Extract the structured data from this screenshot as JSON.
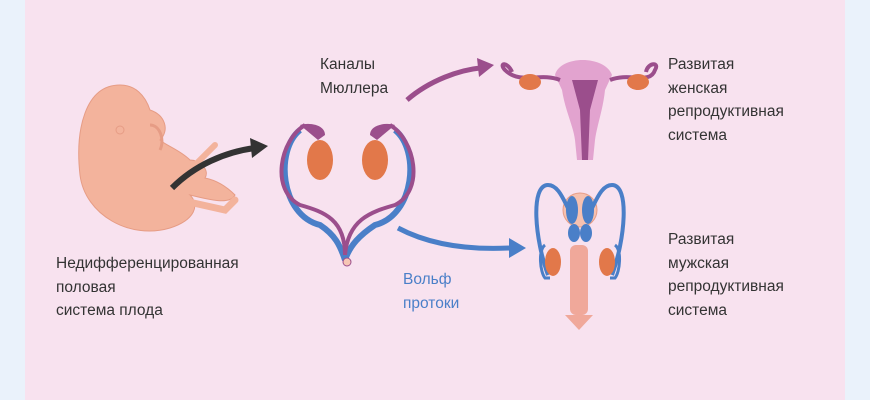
{
  "labels": {
    "fetus": [
      "Недифференцированная",
      "половая",
      "система плода"
    ],
    "mullerian": [
      "Каналы",
      "Мюллера"
    ],
    "wolffian": [
      "Вольф",
      "протоки"
    ],
    "female": [
      "Развитая",
      "женская",
      "репродуктивная",
      "система"
    ],
    "male": [
      "Развитая",
      "мужская",
      "репродуктивная",
      "система"
    ]
  },
  "colors": {
    "background": "#f8e2ef",
    "side": "#eaf2fb",
    "mullerian": "#9b4e8c",
    "wolffian": "#4a7fc8",
    "gonad": "#e2784a",
    "fetus": "#f3b39c"
  }
}
